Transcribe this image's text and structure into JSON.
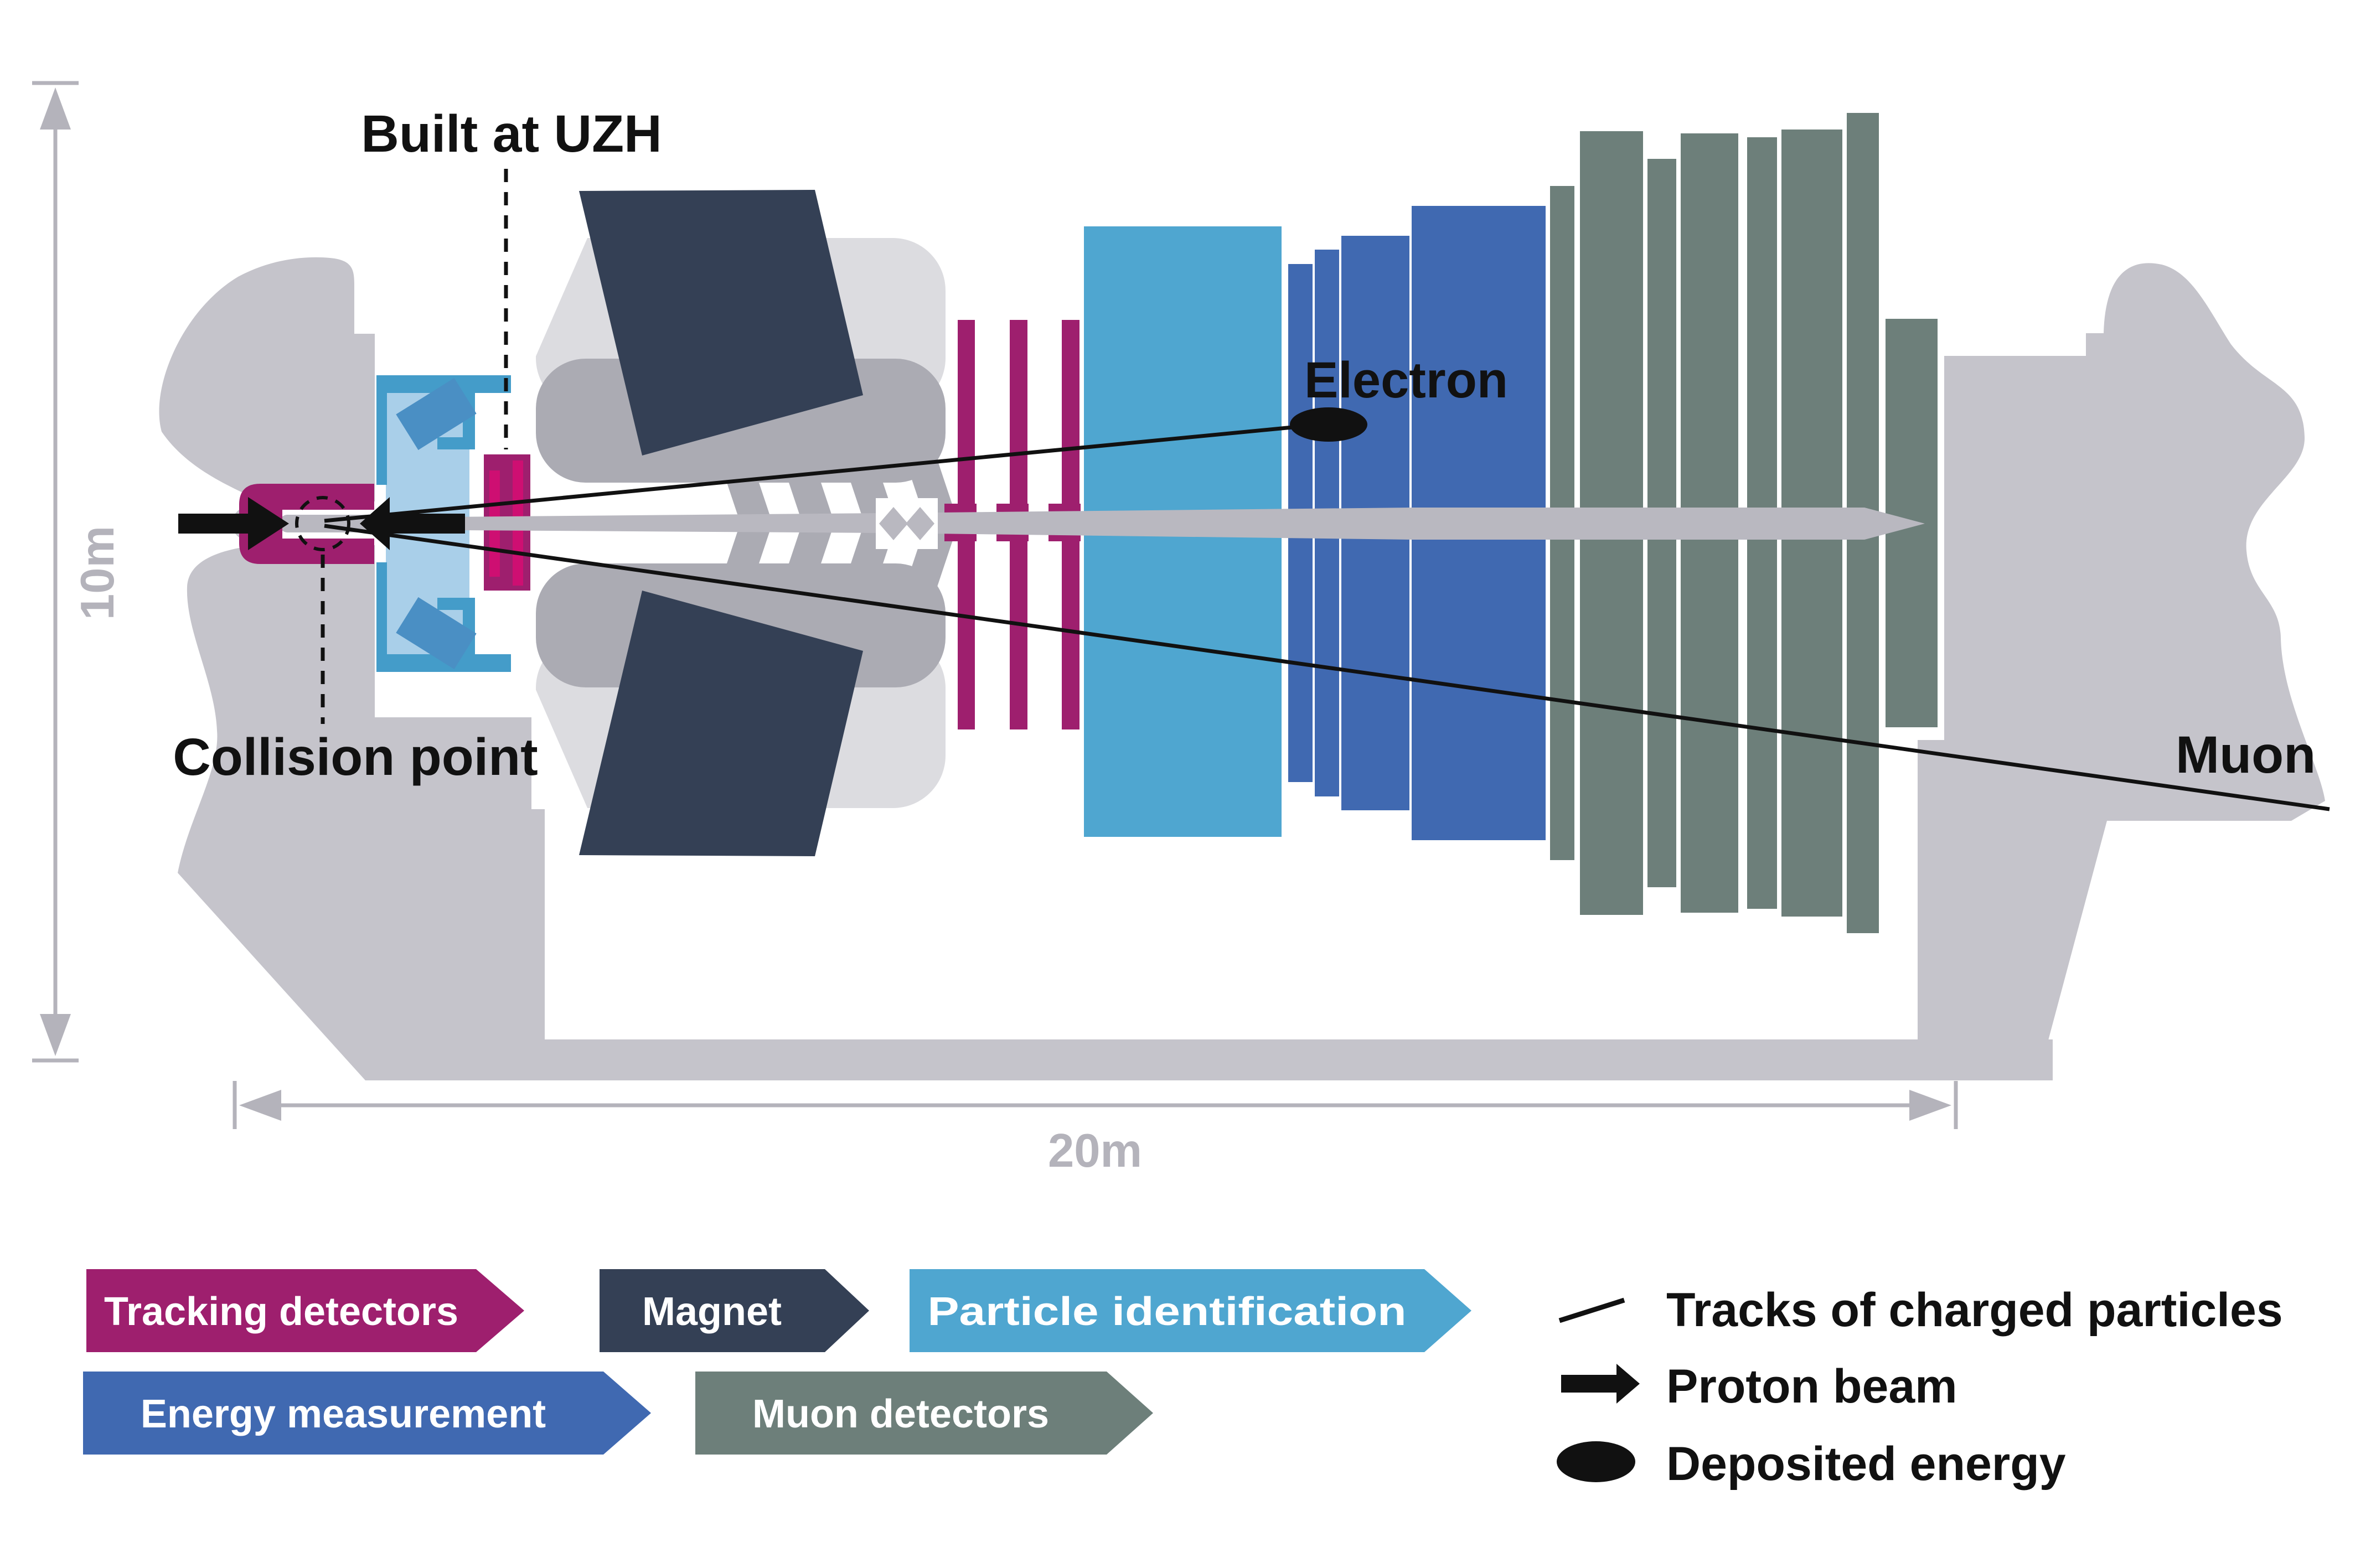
{
  "labels": {
    "built_at_uzh": "Built at UZH",
    "collision_point": "Collision point",
    "electron": "Electron",
    "muon": "Muon"
  },
  "dimensions": {
    "height_label": "10m",
    "length_label": "20m"
  },
  "legend": {
    "badges": [
      {
        "id": "tracking",
        "label": "Tracking detectors",
        "color": "#9E1F6E"
      },
      {
        "id": "magnet",
        "label": "Magnet",
        "color": "#344055"
      },
      {
        "id": "particle",
        "label": "Particle identification",
        "color": "#4FA6D0"
      },
      {
        "id": "energy",
        "label": "Energy measurement",
        "color": "#4069B1"
      },
      {
        "id": "muon",
        "label": "Muon detectors",
        "color": "#6D7F7A"
      }
    ],
    "symbols": [
      {
        "id": "tracks",
        "icon": "track-line-icon",
        "label": "Tracks of charged particles"
      },
      {
        "id": "proton",
        "icon": "proton-beam-arrow-icon",
        "label": "Proton beam"
      },
      {
        "id": "energy",
        "icon": "deposited-energy-ellipse-icon",
        "label": "Deposited energy"
      }
    ]
  },
  "colors": {
    "tracking": "#9E1F6E",
    "tracking_bright": "#CE0F72",
    "magnet": "#344055",
    "particle_id": "#4FA6D0",
    "particle_id_frame": "#449CC9",
    "particle_id_fill": "#A9CFE9",
    "particle_id_mirror": "#4A8FC4",
    "energy": "#4069B1",
    "muon_det": "#6D7F7A",
    "structure_grey": "#C5C4CB",
    "yoke_light": "#DCDCE0",
    "yoke_mid": "#ABABB3",
    "beam_grey": "#B9B8C0",
    "dim_grey": "#B4B3BB",
    "black": "#111111"
  }
}
